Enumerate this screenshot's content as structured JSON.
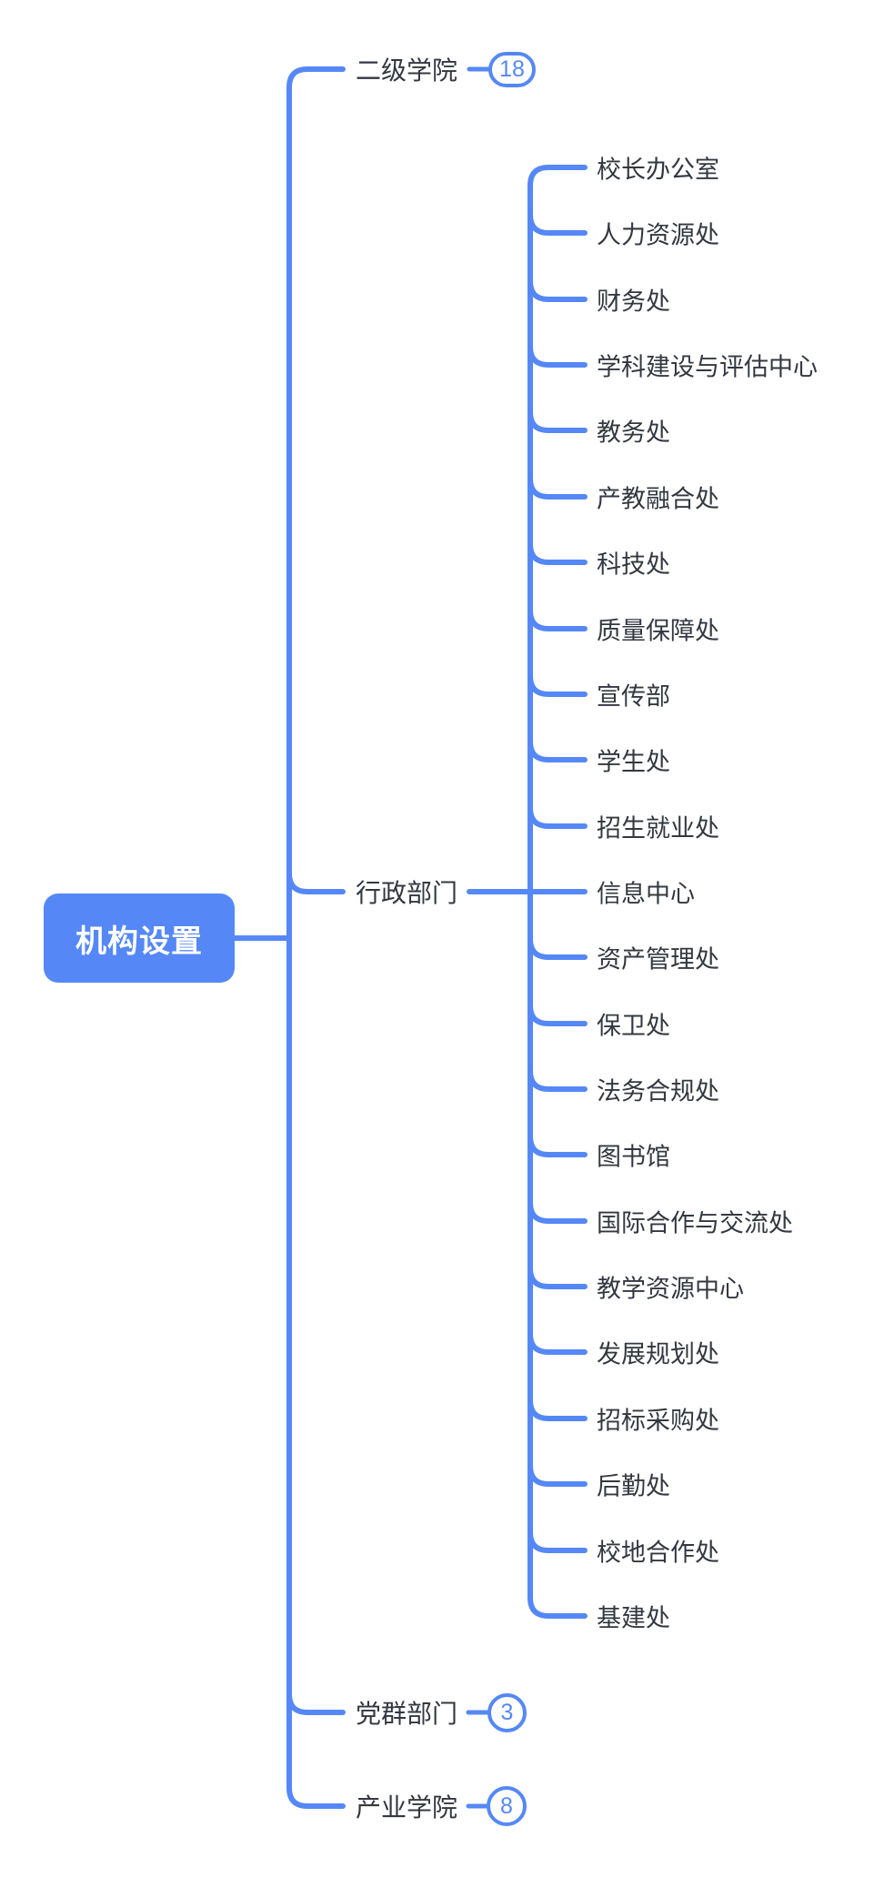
{
  "colors": {
    "accent": "#5588F6",
    "label": "#333840",
    "root_text": "#FFFFFF",
    "background": "#FFFFFF"
  },
  "root": {
    "label": "机构设置"
  },
  "branches": [
    {
      "label": "二级学院",
      "collapsed_count": "18"
    },
    {
      "label": "行政部门",
      "children": [
        "校长办公室",
        "人力资源处",
        "财务处",
        "学科建设与评估中心",
        "教务处",
        "产教融合处",
        "科技处",
        "质量保障处",
        "宣传部",
        "学生处",
        "招生就业处",
        "信息中心",
        "资产管理处",
        "保卫处",
        "法务合规处",
        "图书馆",
        "国际合作与交流处",
        "教学资源中心",
        "发展规划处",
        "招标采购处",
        "后勤处",
        "校地合作处",
        "基建处"
      ]
    },
    {
      "label": "党群部门",
      "collapsed_count": "3"
    },
    {
      "label": "产业学院",
      "collapsed_count": "8"
    }
  ]
}
